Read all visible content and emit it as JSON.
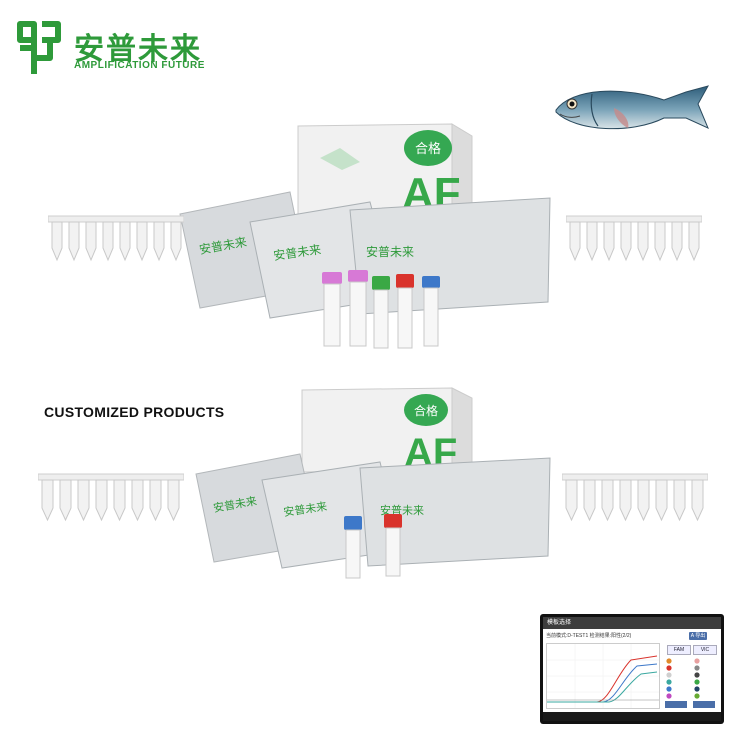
{
  "brand": {
    "name_cn": "安普未来",
    "name_en": "AMPLIFICATION FUTURE",
    "color": "#2e9a3a"
  },
  "section_label": "CUSTOMIZED PRODUCTS",
  "box_badge": "合格",
  "box_text": "AF",
  "bag_brand": "安普未来",
  "software": {
    "window_title": "模板选择",
    "run_info": "当前模式:D-TEST1  检测结果:阳性(2/2)",
    "tab_label": "A 导出",
    "channels": [
      "FAM",
      "VIC"
    ]
  },
  "colors": {
    "green": "#2e9a3a",
    "cap_pink": "#d779d6",
    "cap_green": "#3aa845",
    "cap_red": "#d9332c",
    "cap_blue": "#3d78c9"
  }
}
